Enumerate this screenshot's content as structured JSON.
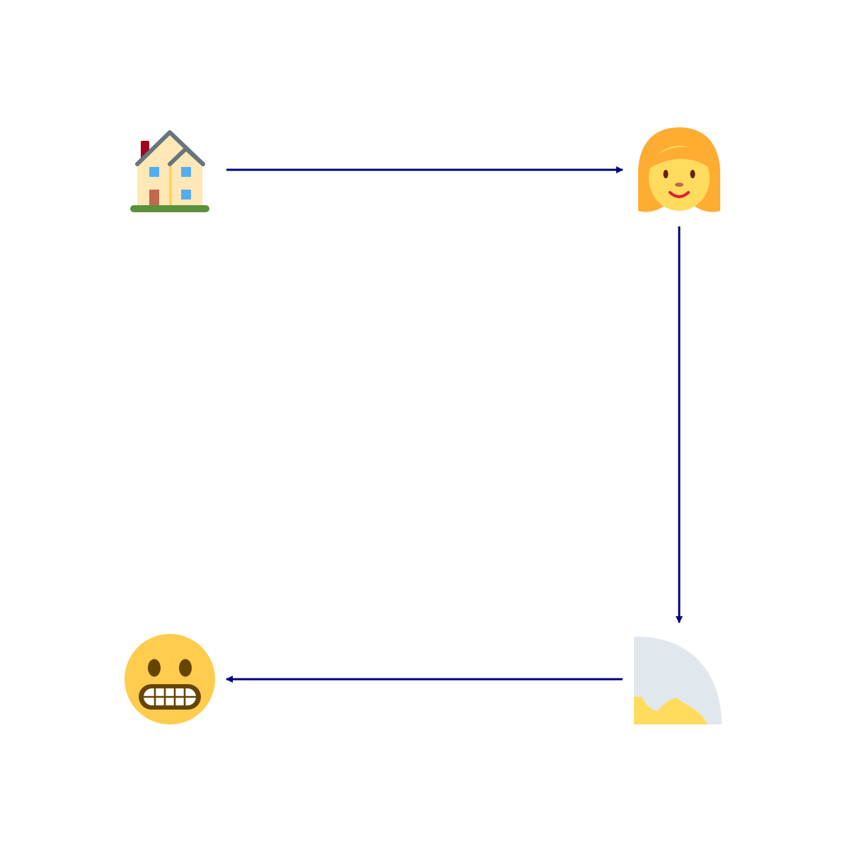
{
  "diagram": {
    "nodes": [
      {
        "id": "house",
        "icon": "house-icon"
      },
      {
        "id": "woman",
        "icon": "woman-face-icon"
      },
      {
        "id": "elder",
        "icon": "white-haired-person-icon"
      },
      {
        "id": "grimace",
        "icon": "grimacing-face-icon"
      }
    ],
    "edges": [
      {
        "from": "house",
        "to": "woman"
      },
      {
        "from": "woman",
        "to": "elder"
      },
      {
        "from": "elder",
        "to": "grimace"
      }
    ],
    "colors": {
      "arrow": "#000080",
      "house_wall": "#FFE8B6",
      "roof": "#66757F",
      "skin_yellow": "#FFDC5D",
      "hair_orange": "#FFAC33",
      "white_hair": "#E1E8ED",
      "face_yellow": "#FFCC4D",
      "feature_brown": "#664500"
    }
  }
}
